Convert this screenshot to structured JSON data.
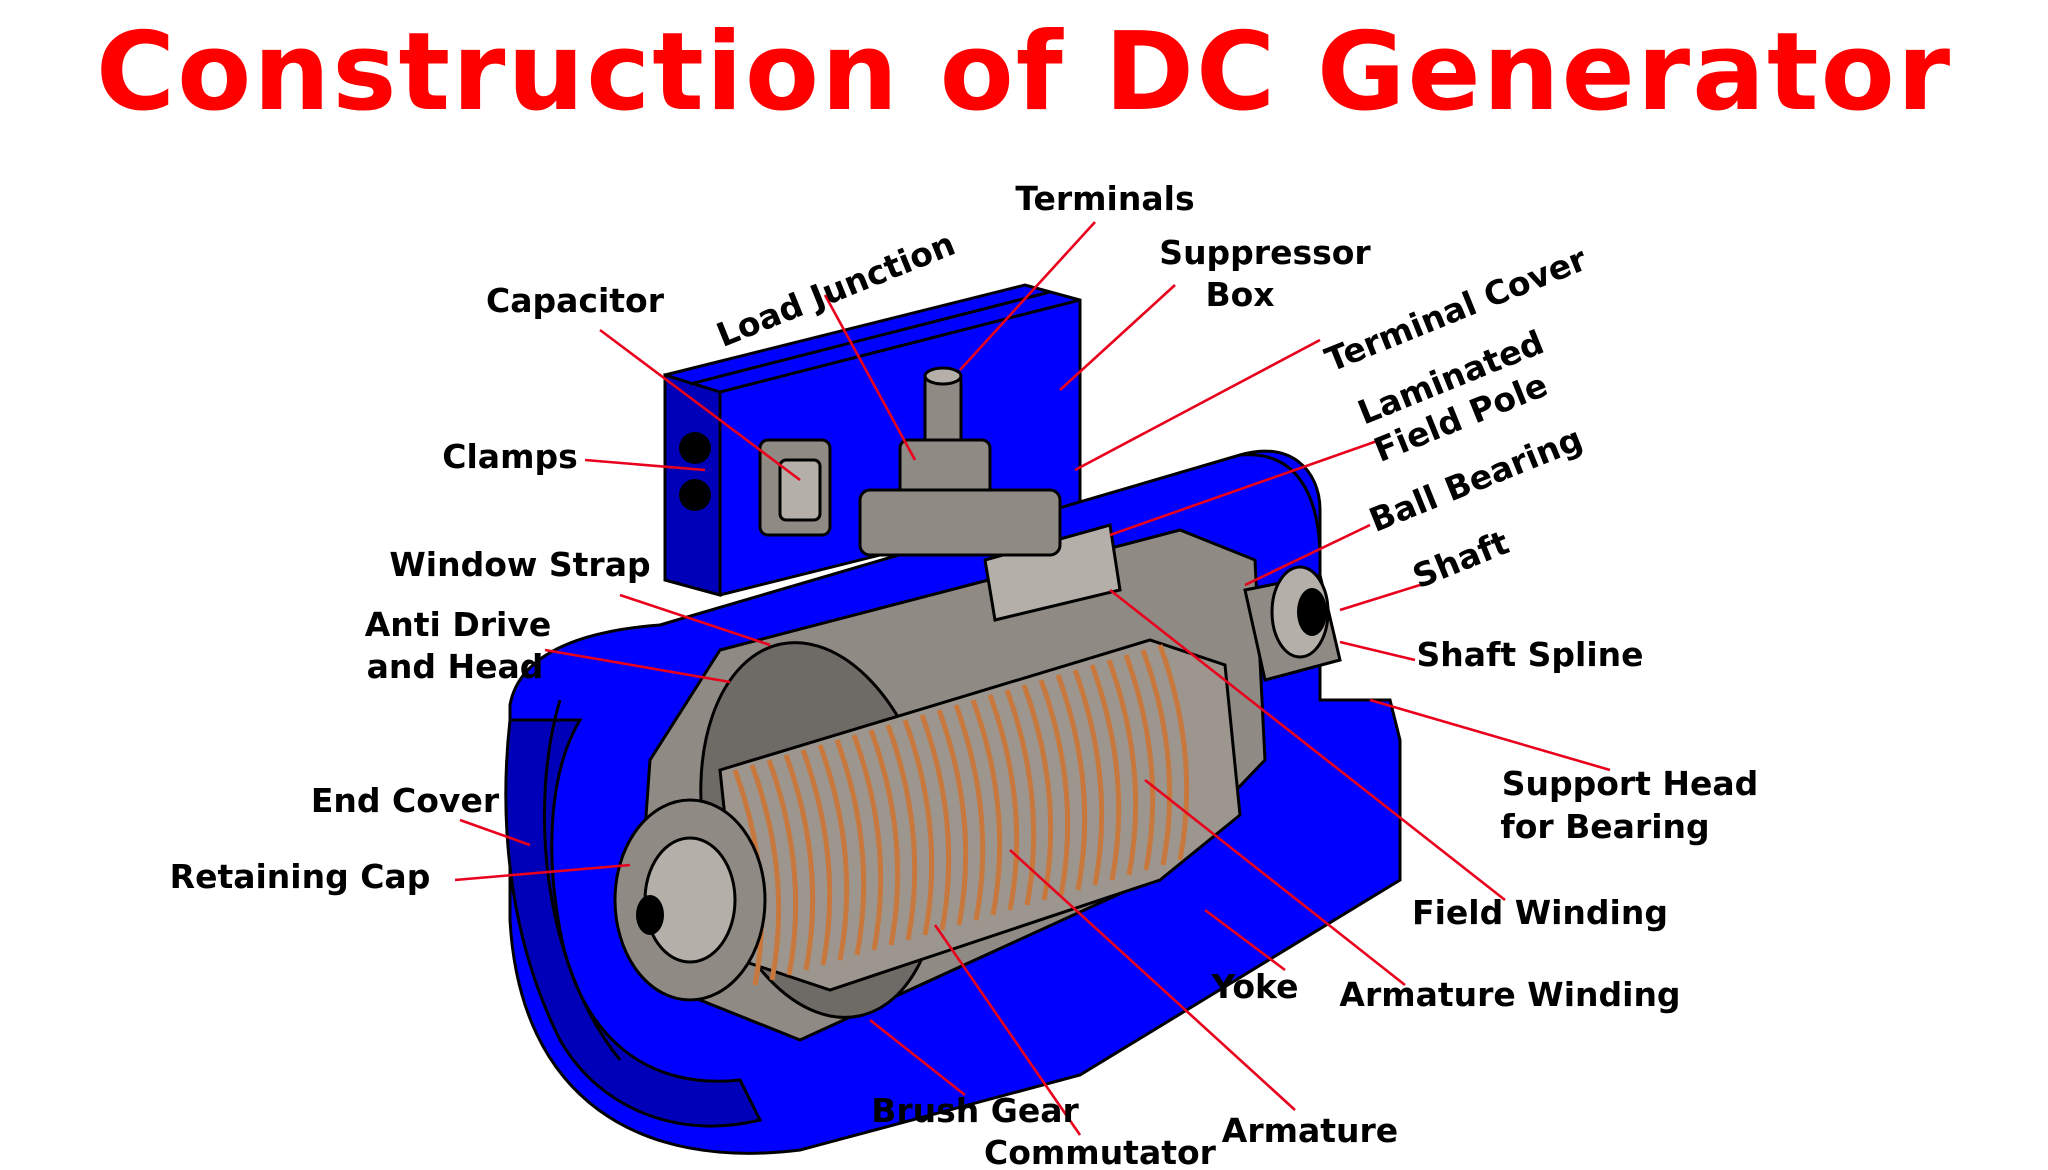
{
  "title": "Construction of DC Generator",
  "colors": {
    "title": "#ff0000",
    "housing": "#0000ff",
    "housing_dark": "#0000b8",
    "metal": "#8f8a84",
    "metal_light": "#b4afa8",
    "winding": "#c8783c",
    "leader": "#e8001c",
    "outline": "#000000"
  },
  "labels": {
    "terminals": "Terminals",
    "load_junction": "Load Junction",
    "suppressor_box_1": "Suppressor",
    "suppressor_box_2": "Box",
    "terminal_cover": "Terminal Cover",
    "capacitor": "Capacitor",
    "laminated_field_pole_1": "Laminated",
    "laminated_field_pole_2": "Field Pole",
    "ball_bearing": "Ball Bearing",
    "clamps": "Clamps",
    "shaft": "Shaft",
    "window_strap": "Window Strap",
    "shaft_spline": "Shaft Spline",
    "anti_drive_head_1": "Anti Drive",
    "anti_drive_head_2": "and Head",
    "support_head_1": "Support Head",
    "support_head_2": "for Bearing",
    "end_cover": "End Cover",
    "retaining_cap": "Retaining Cap",
    "field_winding": "Field Winding",
    "yoke": "Yoke",
    "armature_winding": "Armature Winding",
    "brush_gear": "Brush Gear",
    "armature": "Armature",
    "commutator": "Commutator"
  }
}
